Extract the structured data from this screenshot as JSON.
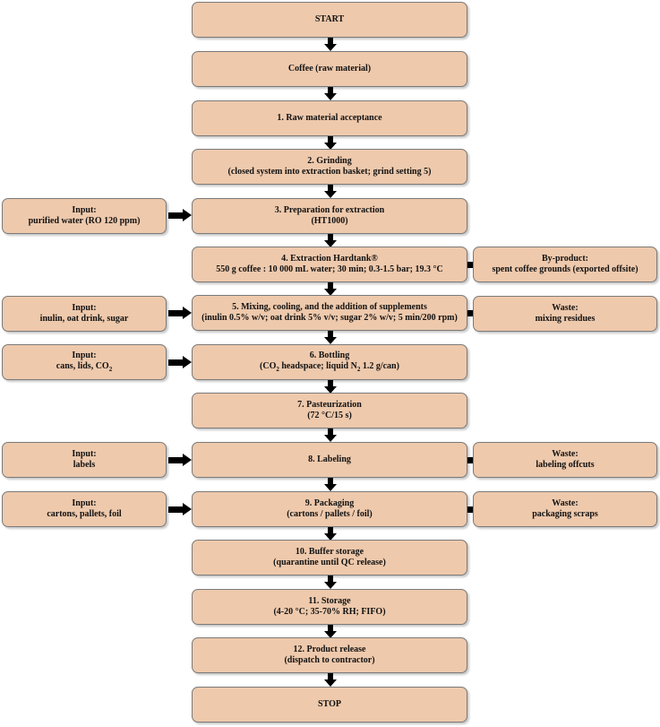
{
  "process": {
    "start": "START",
    "raw": "Coffee (raw material)",
    "step1": {
      "title": "1. Raw material acceptance"
    },
    "step2": {
      "title": "2. Grinding",
      "detail": "(closed system into extraction basket; grind setting 5)"
    },
    "step3": {
      "title": "3. Preparation for extraction",
      "detail": "(HT1000)"
    },
    "step4": {
      "title": "4. Extraction Hardtank®",
      "detail": "550 g coffee : 10 000 mL water; 30 min; 0.3-1.5 bar; 19.3 °C"
    },
    "step5": {
      "title": "5. Mixing, cooling, and the addition of supplements",
      "detail": "(inulin 0.5% w/v; oat drink 5% v/v; sugar 2% w/v; 5 min/200 rpm)"
    },
    "step6": {
      "title": "6. Bottling",
      "detail_a": "(CO",
      "detail_sub1": "2",
      "detail_b": " headspace; liquid N",
      "detail_sub2": "2",
      "detail_c": " 1.2 g/can)"
    },
    "step7": {
      "title": "7. Pasteurization",
      "detail": "(72 °C/15 s)"
    },
    "step8": {
      "title": "8. Labeling"
    },
    "step9": {
      "title": "9. Packaging",
      "detail": "(cartons / pallets / foil)"
    },
    "step10": {
      "title": "10. Buffer storage",
      "detail": "(quarantine until QC release)"
    },
    "step11": {
      "title": "11. Storage",
      "detail": "(4-20 °C; 35-70% RH; FIFO)"
    },
    "step12": {
      "title": "12. Product release",
      "detail": "(dispatch to contractor)"
    },
    "stop": "STOP"
  },
  "inputs": {
    "water": {
      "title": "Input:",
      "detail": "purified water (RO 120 ppm)"
    },
    "supplements": {
      "title": "Input:",
      "detail": "inulin, oat drink, sugar"
    },
    "cans": {
      "title": "Input:",
      "detail_a": "cans, lids, CO",
      "detail_sub": "2"
    },
    "labels": {
      "title": "Input:",
      "detail": "labels"
    },
    "packaging": {
      "title": "Input:",
      "detail": "cartons, pallets, foil"
    }
  },
  "outputs": {
    "byproduct": {
      "title": "By-product:",
      "detail": "spent coffee grounds (exported offsite)"
    },
    "mixing_waste": {
      "title": "Waste:",
      "detail": "mixing residues"
    },
    "labeling_waste": {
      "title": "Waste:",
      "detail": "labeling offcuts"
    },
    "packaging_waste": {
      "title": "Waste:",
      "detail": "packaging scraps"
    }
  },
  "colors": {
    "box_fill": "#eec9ac",
    "box_border": "#7a7a7a",
    "arrow": "#000000"
  }
}
